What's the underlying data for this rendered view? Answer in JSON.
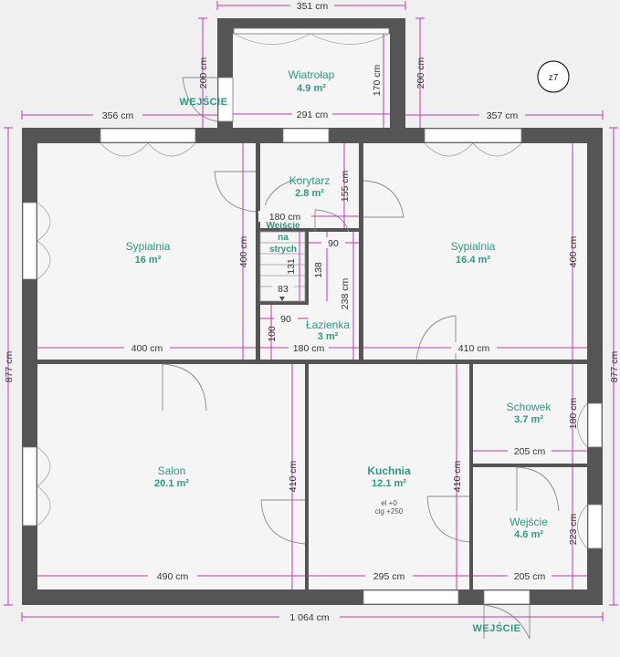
{
  "colors": {
    "wall": "#555556",
    "dim_line": "#c23aa8",
    "room_text": "#2e9a80",
    "background": "#f0f0f0"
  },
  "compass": {
    "label": "z7",
    "icon": "north-compass-icon"
  },
  "rooms": {
    "wiatrolap": {
      "name": "Wiatrołap",
      "area": "4.9 m²"
    },
    "korytarz": {
      "name": "Korytarz",
      "area": "2.8 m²"
    },
    "sypialnia_left": {
      "name": "Sypialnia",
      "area": "16 m²"
    },
    "sypialnia_right": {
      "name": "Sypialnia",
      "area": "16.4 m²"
    },
    "wejscie_strych": {
      "line1": "Wejście",
      "line2": "na",
      "line3": "strych"
    },
    "lazienka": {
      "name": "Łazienka",
      "area": "3 m²"
    },
    "salon": {
      "name": "Salon",
      "area": "20.1 m²"
    },
    "kuchnia": {
      "name": "Kuchnia",
      "area": "12.1 m²",
      "note1": "el +0",
      "note2": "clg +250"
    },
    "schowek": {
      "name": "Schowek",
      "area": "3.7 m²"
    },
    "wejscie": {
      "name": "Wejście",
      "area": "4.6 m²"
    }
  },
  "entrances": {
    "top": "WEJŚCIE",
    "bottom": "WEJŚCIE"
  },
  "dimensions": {
    "wiatrolap_width_outer": "351 cm",
    "wiatrolap_width_inner": "291 cm",
    "wiatrolap_depth_left": "200 cm",
    "wiatrolap_depth_inner": "170 cm",
    "wiatrolap_depth_right": "200 cm",
    "top_left": "356 cm",
    "top_right": "357 cm",
    "house_height_left": "877 cm",
    "house_height_right": "877 cm",
    "house_width": "1 064 cm",
    "korytarz_height": "155 cm",
    "korytarz_width": "180 cm",
    "stair_width": "90",
    "stair_run": "131",
    "stair_step": "83",
    "stair_side": "138",
    "lazienka_height": "238 cm",
    "lazienka_small_w": "90",
    "lazienka_small_h": "100",
    "lazienka_width": "180 cm",
    "sypialnia_left_height": "400 cm",
    "sypialnia_left_width": "400 cm",
    "sypialnia_right_height": "400 cm",
    "sypialnia_right_width": "410 cm",
    "salon_height": "410 cm",
    "salon_width": "490 cm",
    "kuchnia_height": "410 cm",
    "kuchnia_width": "295 cm",
    "schowek_height": "180 cm",
    "schowek_width": "205 cm",
    "wejscie_height": "223 cm",
    "wejscie_width": "205 cm"
  }
}
